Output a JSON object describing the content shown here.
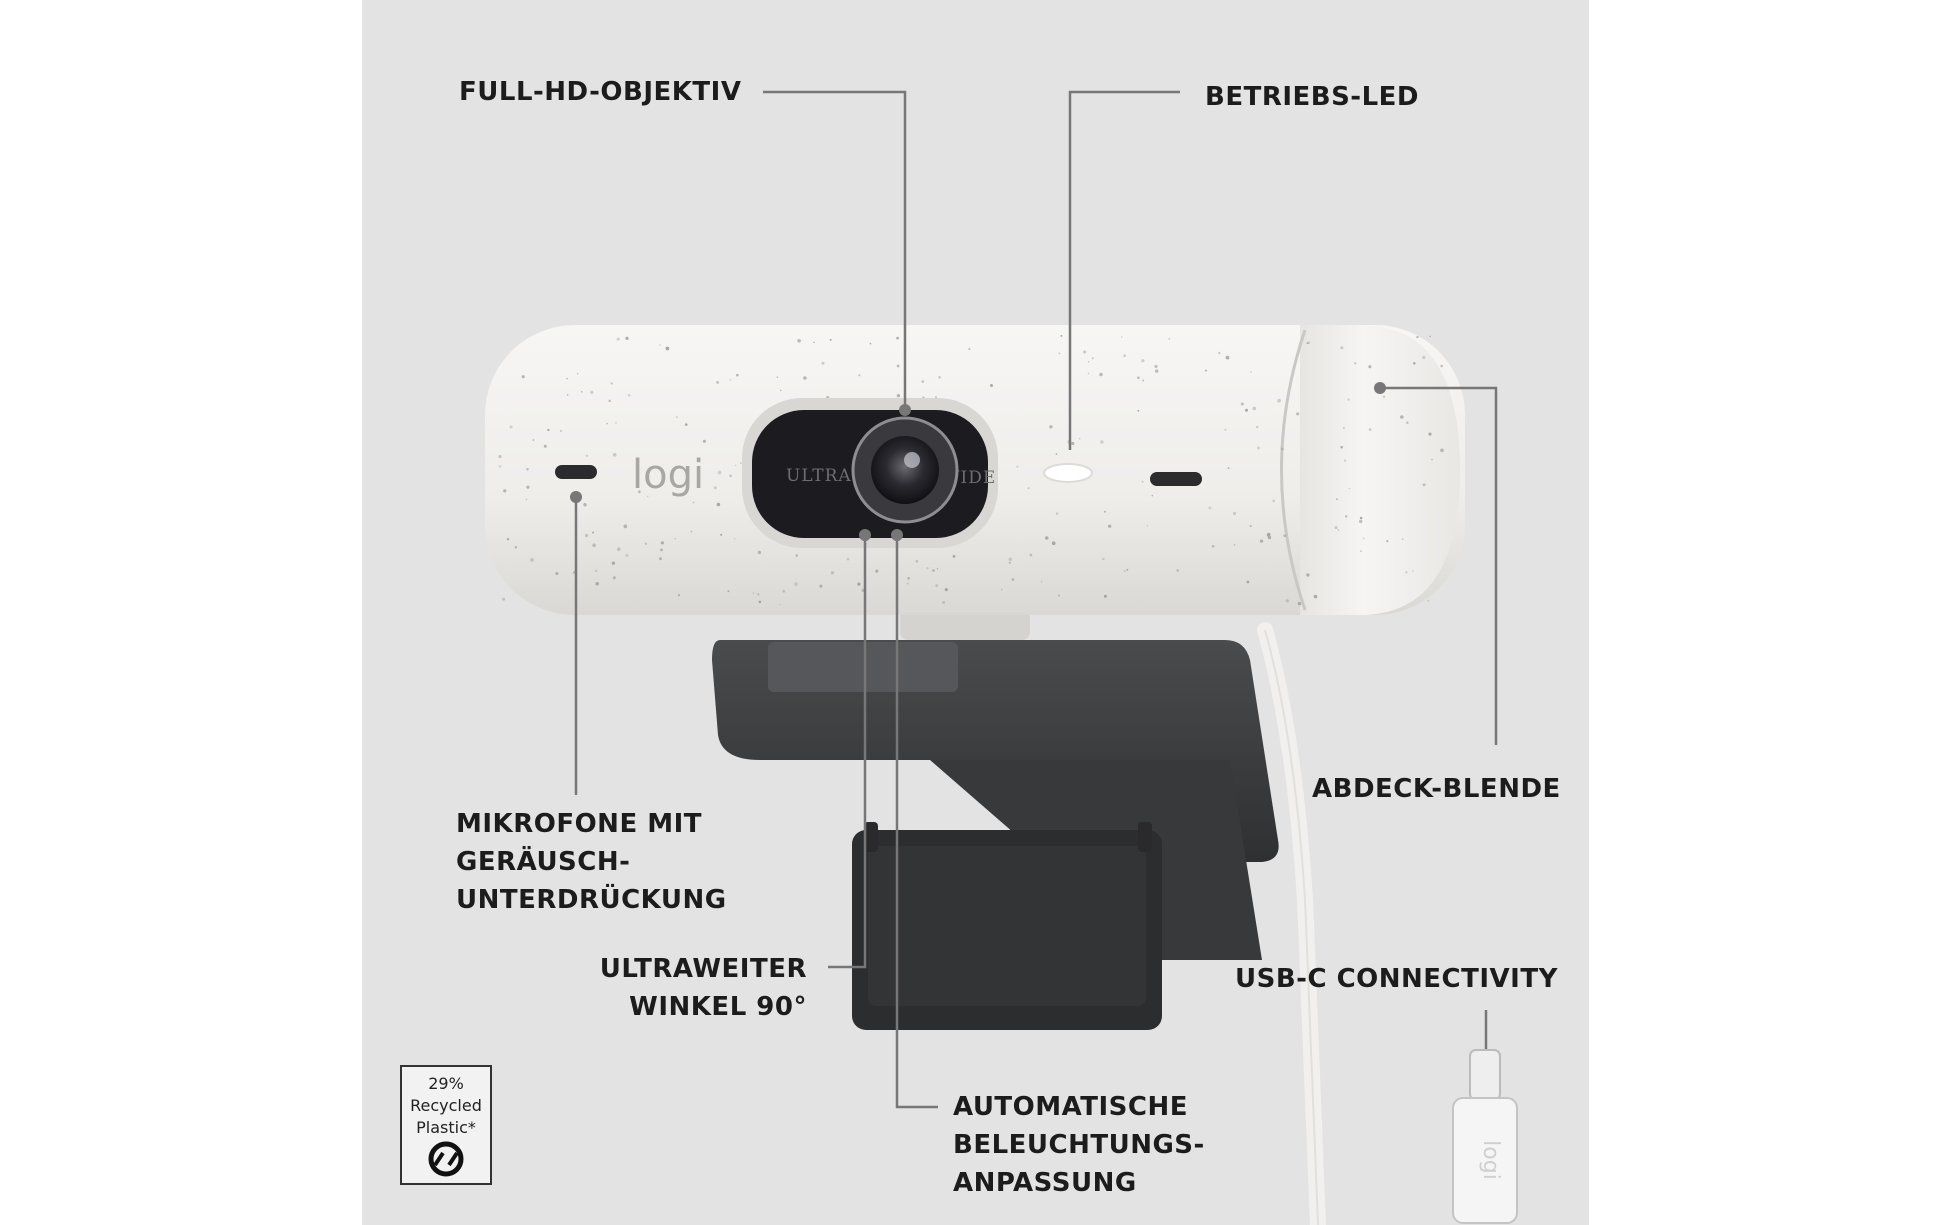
{
  "labels": {
    "lens": "FULL-HD-OBJEKTIV",
    "led": "BETRIEBS-LED",
    "mic": [
      "MIKROFONE MIT",
      "GERÄUSCH-",
      "UNTERDRÜCKUNG"
    ],
    "cover": "ABDECK-BLENDE",
    "wide": [
      "ULTRAWEITER",
      "WINKEL 90°"
    ],
    "usb": "USB-C CONNECTIVITY",
    "light": [
      "AUTOMATISCHE",
      "BELEUCHTUNGS-",
      "ANPASSUNG"
    ]
  },
  "camera": {
    "brand": "logi",
    "lens_left": "ULTRA",
    "lens_right": "WIDE"
  },
  "plug_brand": "logi",
  "badge": [
    "29%",
    "Recycled",
    "Plastic*"
  ],
  "colors": {
    "panel": "#e3e3e3",
    "body": "#f1f0ee",
    "clip": "#3e3f41",
    "leader": "#777777"
  }
}
